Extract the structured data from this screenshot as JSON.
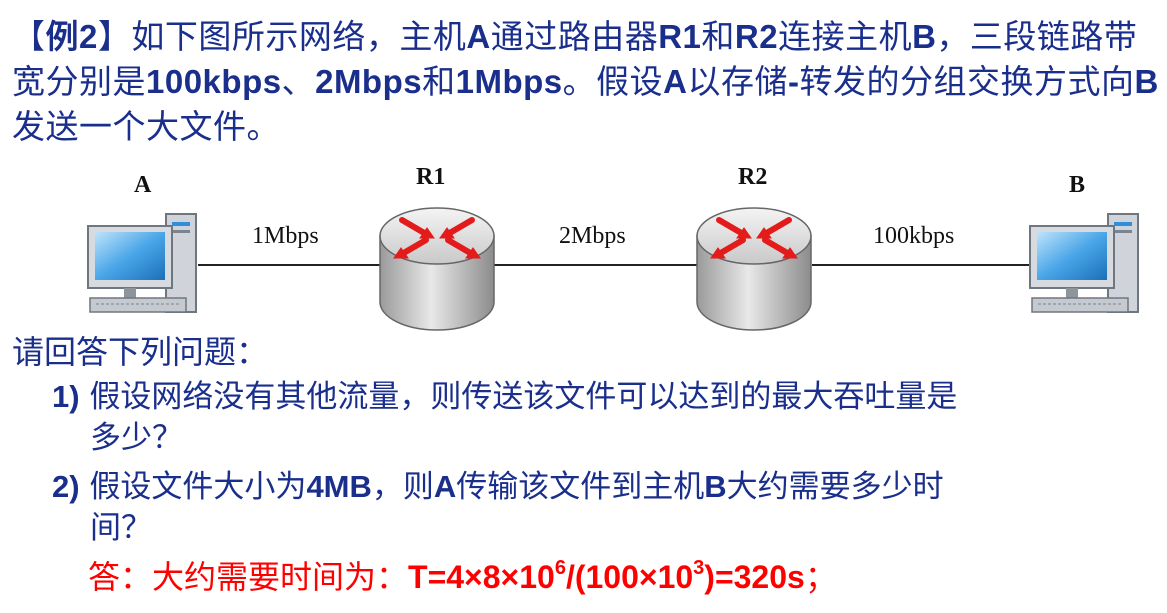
{
  "problem": {
    "bracket_open": "【",
    "example_tag": "例2",
    "bracket_close": "】",
    "t1": "如下图所示网络，主机",
    "hostA": "A",
    "t2": "通过路由器",
    "r1": "R1",
    "t3": "和",
    "r2": "R2",
    "t4": "连接主机",
    "hostB": "B",
    "t5": "，三段链路带宽分别是",
    "bw1": "100kbps",
    "t6": "、",
    "bw2": "2Mbps",
    "t7": "和",
    "bw3": "1Mbps",
    "t8": "。假设",
    "hostA2": "A",
    "t9": "以存储",
    "dash": "-",
    "t10": "转发的分组交换方式向",
    "hostB2": "B",
    "t11": "发送一个大文件。"
  },
  "diagram": {
    "label_a": "A",
    "label_r1": "R1",
    "label_r2": "R2",
    "label_b": "B",
    "link1": "1Mbps",
    "link2": "2Mbps",
    "link3": "100kbps",
    "icons": [
      "computer-icon",
      "router-icon",
      "router-icon",
      "computer-icon"
    ],
    "colors": {
      "router_arrow": "#e31b1b",
      "router_body": "#c8c8c8",
      "screen": "#2f8fd8"
    }
  },
  "questions": {
    "heading": "请回答下列问题：",
    "q1_num": "1)",
    "q1_line1": "假设网络没有其他流量，则传送该文件可以达到的最大吞吐量是",
    "q1_line2": "多少？",
    "q2_num": "2)",
    "q2_a": "假设文件大小为",
    "q2_size": "4MB",
    "q2_b": "，则",
    "q2_host_a": "A",
    "q2_c": "传输该文件到主机",
    "q2_host_b": "B",
    "q2_d": "大约需要多少时",
    "q2_line2": "间？"
  },
  "answer": {
    "prefix": "答：大约需要时间为：",
    "f1": "T=4×8×10",
    "exp1": "6",
    "f2": "/(100×10",
    "exp2": "3",
    "f3": ")=320s",
    "suffix": "；"
  },
  "colors": {
    "text": "#1a2e8c",
    "answer": "#ff0000"
  }
}
